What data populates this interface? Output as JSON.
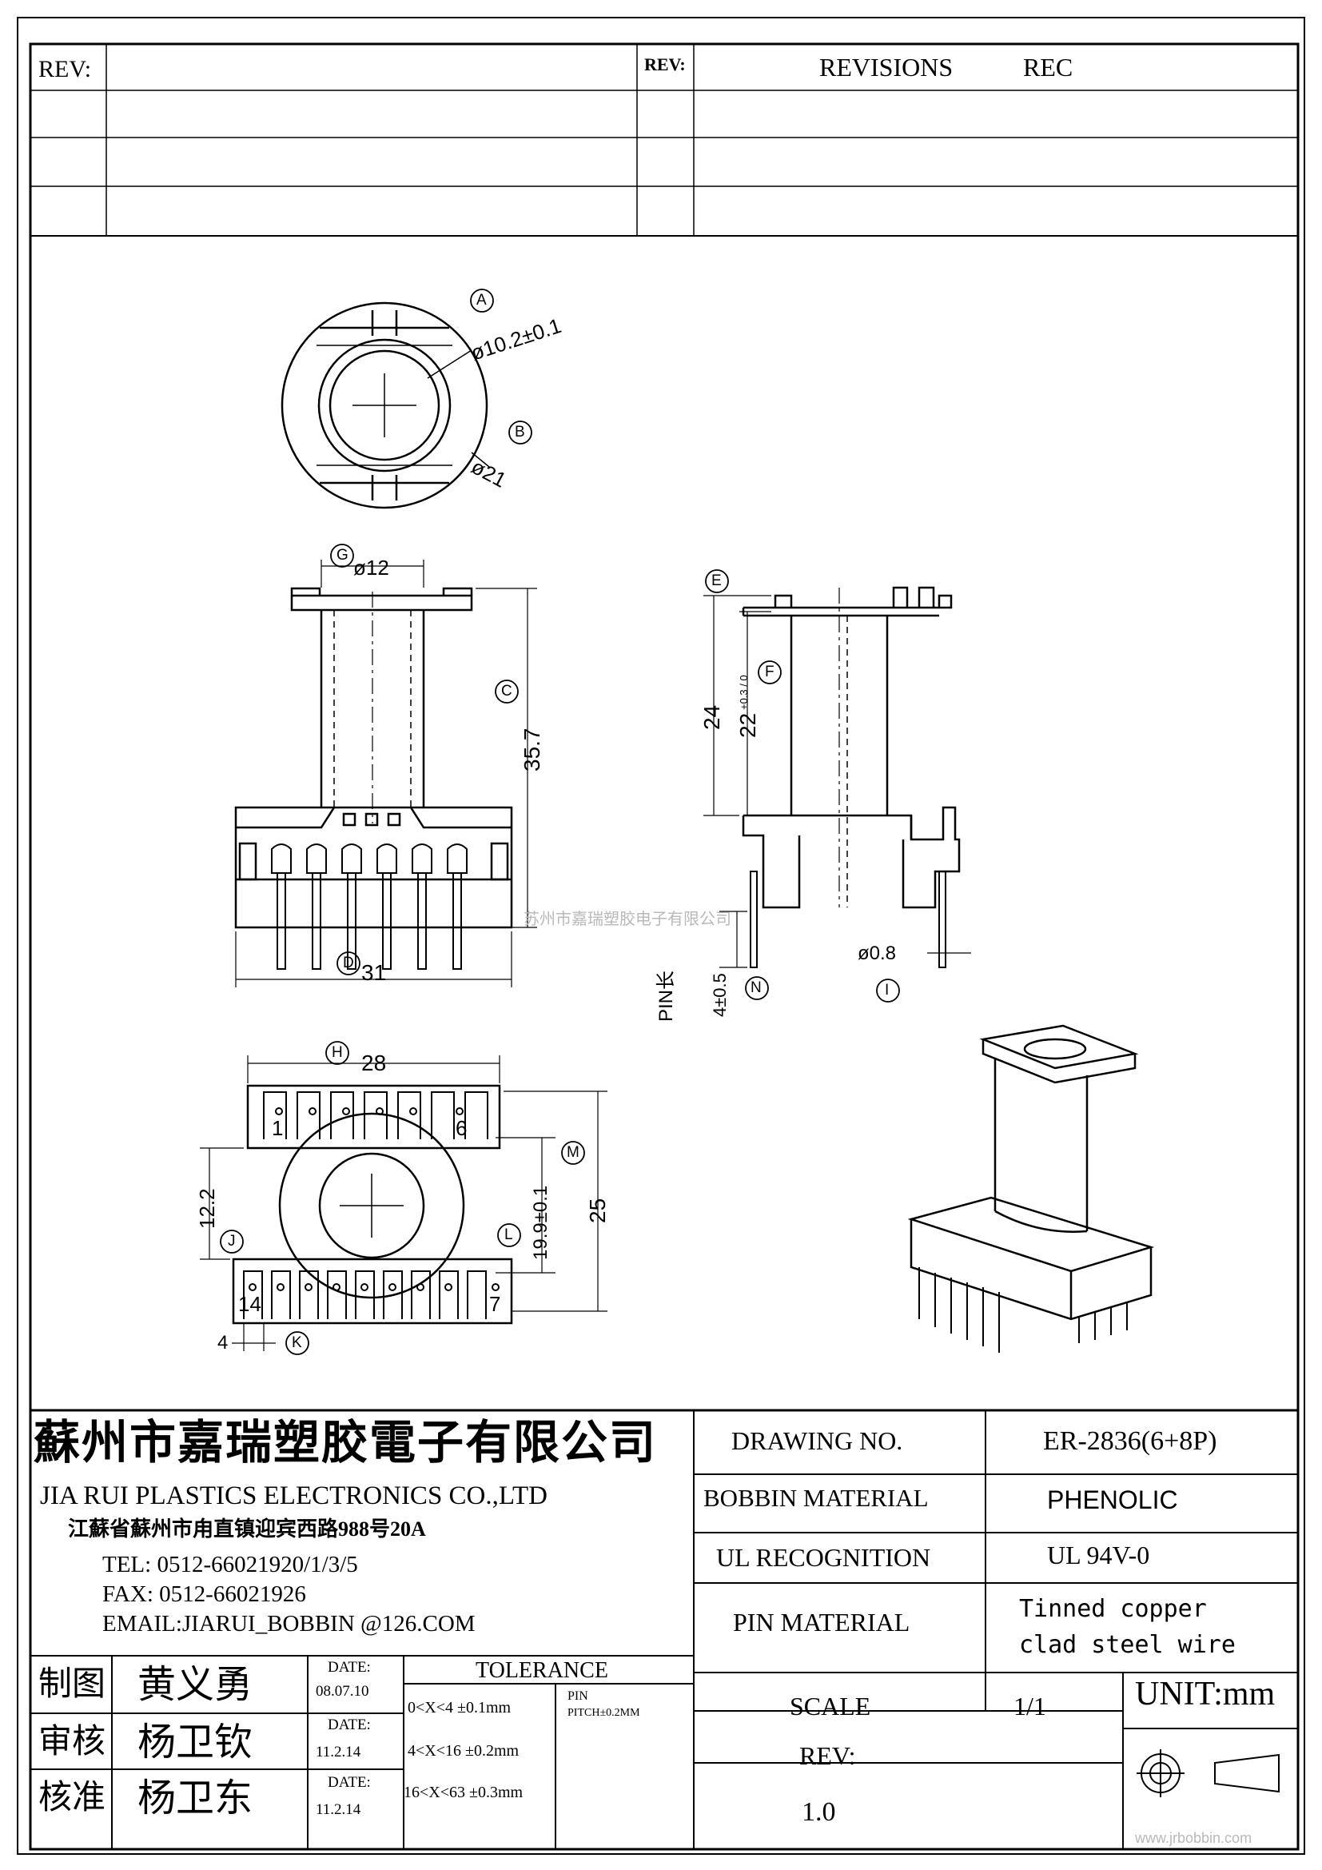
{
  "revision_block": {
    "rev_label_left": "REV:",
    "rev_label_right": "REV:",
    "revisions_label": "REVISIONS",
    "rec_label": "REC"
  },
  "drawing": {
    "callouts": [
      "A",
      "B",
      "C",
      "D",
      "E",
      "F",
      "G",
      "H",
      "I",
      "J",
      "K",
      "L",
      "M",
      "N"
    ],
    "dims": {
      "inner_dia": "ø10.2±0.1",
      "outer_dia": "ø21",
      "top_flange_dia": "ø12",
      "height": "35.7",
      "width": "31",
      "side_height": "24",
      "side_inner": "22",
      "side_inner_tol": "+0.3 / 0",
      "pin_dia": "ø0.8",
      "pin_len_label": "PIN长",
      "pin_len": "4±0.5",
      "bottom_width": "28",
      "half_height": "12.2",
      "inner_height": "19.9±0.1",
      "total_height": "25",
      "pin_pitch_edge": "4"
    },
    "pin_numbers": {
      "top_left": "1",
      "top_right": "6",
      "bottom_left": "14",
      "bottom_right": "7"
    }
  },
  "watermark": {
    "center_text": "苏州市嘉瑞塑胶电子有限公司",
    "url_text": "www.jrbobbin.com"
  },
  "company": {
    "name_cn": "蘇州市嘉瑞塑胶電子有限公司",
    "name_en": "JIA RUI PLASTICS ELECTRONICS CO.,LTD",
    "address": "江蘇省蘇州市甪直镇迎宾西路988号20A",
    "tel": "TEL: 0512-66021920/1/3/5",
    "fax": "FAX: 0512-66021926",
    "email": "EMAIL:JIARUI_BOBBIN @126.COM"
  },
  "signatures": [
    {
      "role": "制图",
      "name": "黄义勇",
      "date_label": "DATE:",
      "date": "08.07.10"
    },
    {
      "role": "审核",
      "name": "杨卫钦",
      "date_label": "DATE:",
      "date": "11.2.14"
    },
    {
      "role": "核准",
      "name": "杨卫东",
      "date_label": "DATE:",
      "date": "11.2.14"
    }
  ],
  "tolerance": {
    "title": "TOLERANCE",
    "rows": [
      "0<X<4  ±0.1mm",
      "4<X<16 ±0.2mm",
      "16<X<63 ±0.3mm"
    ],
    "pin_label": "PIN",
    "pin_pitch": "PITCH±0.2MM"
  },
  "spec": {
    "drawing_no_label": "DRAWING  NO.",
    "drawing_no": "ER-2836(6+8P)",
    "bobbin_material_label": "BOBBIN  MATERIAL",
    "bobbin_material": "PHENOLIC",
    "ul_label": "UL RECOGNITION",
    "ul_value": "UL 94V-0",
    "pin_material_label": "PIN MATERIAL",
    "pin_material_line1": "Tinned copper",
    "pin_material_line2": "clad steel wire",
    "scale_label": "SCALE",
    "scale_value": "1/1",
    "unit": "UNIT:mm",
    "rev_label": "REV:",
    "rev_value": "1.0"
  }
}
